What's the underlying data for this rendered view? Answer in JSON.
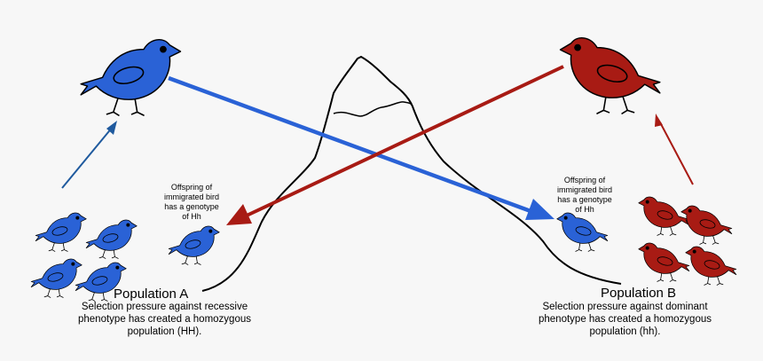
{
  "colors": {
    "blue": "#2a62d6",
    "red": "#a81b14",
    "background": "#f7f7f7",
    "outline": "#000000"
  },
  "population_a": {
    "title": "Population A",
    "description_lines": [
      "Selection pressure against recessive",
      "phenotype has created a homozygous",
      "population (HH)."
    ]
  },
  "population_b": {
    "title": "Population B",
    "description_lines": [
      "Selection pressure against dominant",
      "phenotype has created a homozygous",
      "population (hh)."
    ]
  },
  "offspring_left": {
    "lines": [
      "Offspring of",
      "immigrated bird",
      "has a genotype",
      "of Hh"
    ]
  },
  "offspring_right": {
    "lines": [
      "Offspring of",
      "immigrated bird",
      "has a genotype",
      "of Hh"
    ]
  }
}
